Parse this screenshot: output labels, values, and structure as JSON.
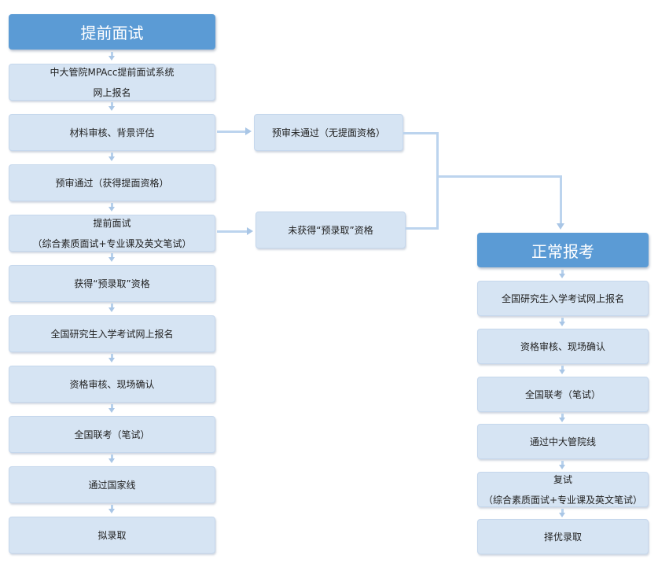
{
  "left": {
    "header": "提前面试",
    "steps": [
      {
        "line1": "中大管院MPAcc提前面试系统",
        "line2": "网上报名"
      },
      {
        "line1": "材料审核、背景评估"
      },
      {
        "line1": "预审通过（获得提面资格）"
      },
      {
        "line1": "提前面试",
        "line2": "（综合素质面试+专业课及英文笔试）"
      },
      {
        "line1": "获得“预录取”资格"
      },
      {
        "line1": "全国研究生入学考试网上报名"
      },
      {
        "line1": "资格审核、现场确认"
      },
      {
        "line1": "全国联考（笔试）"
      },
      {
        "line1": "通过国家线"
      },
      {
        "line1": "拟录取"
      }
    ]
  },
  "middle": {
    "fail_review": "预审未通过（无提面资格）",
    "fail_interview": "未获得“预录取”资格"
  },
  "right": {
    "header": "正常报考",
    "steps": [
      {
        "line1": "全国研究生入学考试网上报名"
      },
      {
        "line1": "资格审核、现场确认"
      },
      {
        "line1": "全国联考（笔试）"
      },
      {
        "line1": "通过中大管院线"
      },
      {
        "line1": "复试",
        "line2": "（综合素质面试+专业课及英文笔试）"
      },
      {
        "line1": "择优录取"
      }
    ]
  }
}
